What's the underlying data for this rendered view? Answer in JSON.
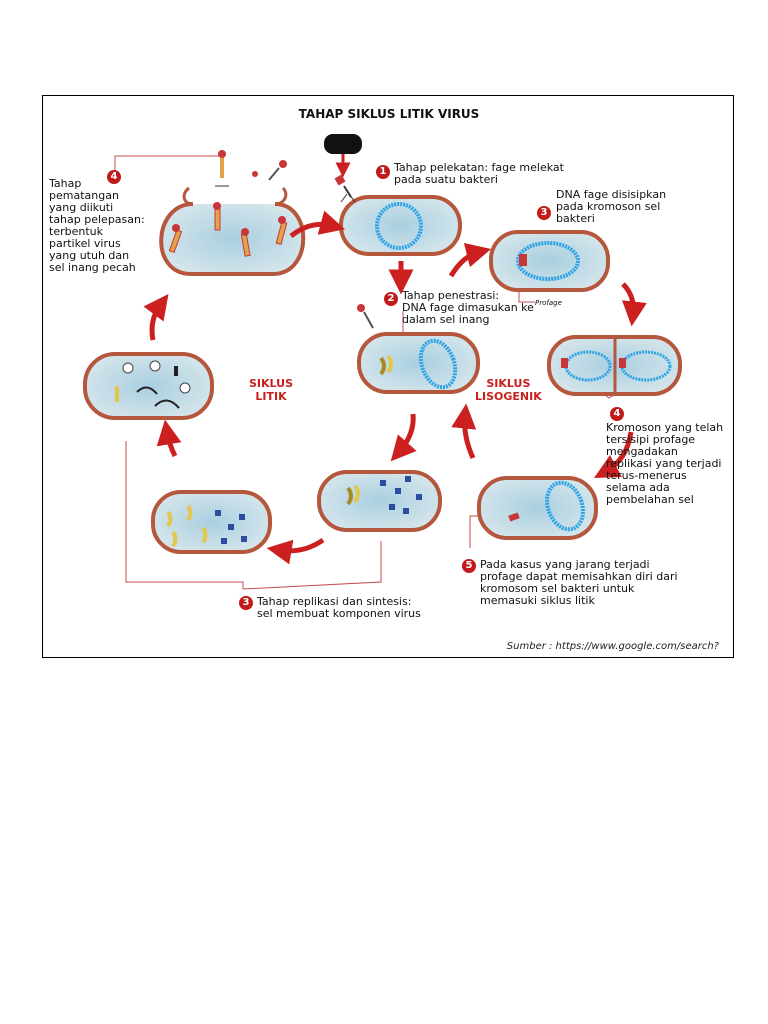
{
  "title": "TAHAP SIKLUS LITIK VIRUS",
  "source": "Sumber : https://www.google.com/search?",
  "cycles": {
    "litik": "SIKLUS\nLITIK",
    "lisogenik": "SIKLUS\nLISOGENIK"
  },
  "steps": {
    "s1": {
      "num": "1",
      "text": "Tahap pelekatan: fage melekat\npada suatu bakteri"
    },
    "s2": {
      "num": "2",
      "text": "Tahap penestrasi:\nDNA fage dimasukan ke\ndalam sel inang"
    },
    "s3_lysogenic": {
      "num": "3",
      "text": "DNA fage disisipkan\npada kromoson sel\nbakteri"
    },
    "profage": "Profage",
    "s4_lysogenic": {
      "num": "4",
      "text": "Kromoson yang telah\ntersisipi profage\nmengadakan\nreplikasi yang terjadi\nterus-menerus\nselama ada\npembelahan sel"
    },
    "s5": {
      "num": "5",
      "text": "Pada kasus yang jarang terjadi\nprofage dapat memisahkan diri dari\nkromosom sel bakteri untuk\nmemasuki siklus litik"
    },
    "s3_lytic": {
      "num": "3",
      "text": "Tahap replikasi dan sintesis:\nsel membuat komponen virus"
    },
    "s4_lytic": {
      "num": "4",
      "text": "Tahap\npematangan\nyang diikuti\ntahap pelepasan:\nterbentuk\npartikel virus\nyang utuh dan\nsel inang pecah"
    }
  },
  "colors": {
    "cell_wall": "#b5573c",
    "cytoplasm": "#bcd8e2",
    "dna": "#2ba3e6",
    "arrow": "#cc1f1f",
    "label_line": "#c64a4a"
  }
}
